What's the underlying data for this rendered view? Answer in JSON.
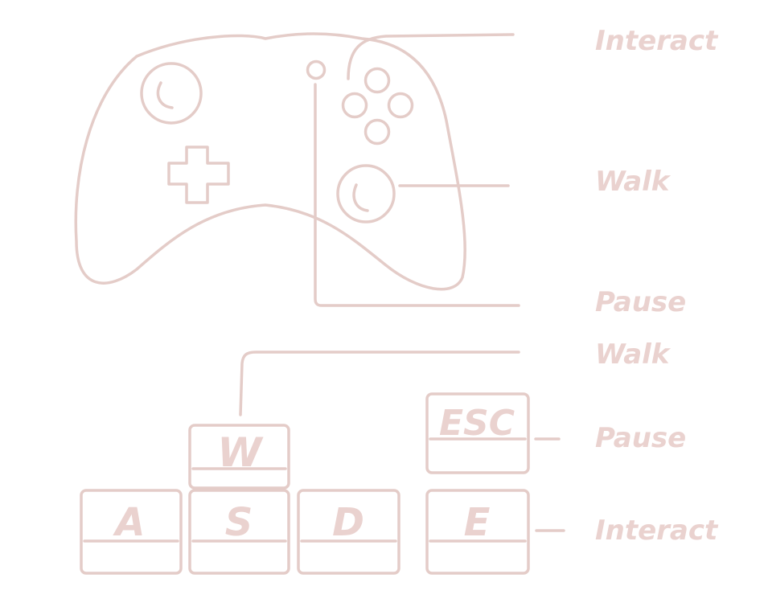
{
  "colors": {
    "stroke": "#e4ccc8",
    "text": "#ead2cf",
    "background": "#ffffff"
  },
  "controller_labels": {
    "interact": "Interact",
    "walk": "Walk",
    "pause": "Pause"
  },
  "keyboard_labels": {
    "walk": "Walk",
    "pause": "Pause",
    "interact": "Interact"
  },
  "keys": {
    "w": "W",
    "a": "A",
    "s": "S",
    "d": "D",
    "esc": "ESC",
    "e": "E"
  }
}
